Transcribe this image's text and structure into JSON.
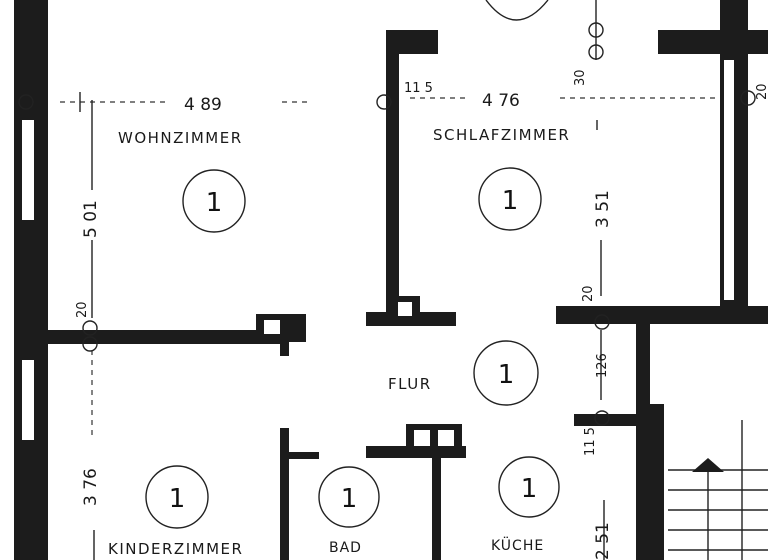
{
  "rooms": {
    "wohnzimmer": {
      "name": "WOHNZIMMER",
      "number": "1"
    },
    "schlafzimmer": {
      "name": "SCHLAFZIMMER",
      "number": "1"
    },
    "flur": {
      "name": "FLUR",
      "number": "1"
    },
    "kinderzimmer": {
      "name": "KINDERZIMMER",
      "number": "1"
    },
    "bad": {
      "name": "BAD",
      "number": "1"
    },
    "kueche": {
      "name": "KÜCHE",
      "number": "1"
    }
  },
  "dimensions": {
    "wohnzimmer_width": "4 89",
    "wohnzimmer_height": "5 01",
    "schlafzimmer_width": "4 76",
    "schlafzimmer_height": "3 51",
    "kinderzimmer_height": "3 76",
    "kueche_height": "2 51",
    "flur_height": "126",
    "wall_115_top": "11 5",
    "wall_30": "30",
    "wall_20_left": "20",
    "wall_20_mid": "20",
    "wall_20_right": "20",
    "wall_115_lower": "11 5"
  }
}
